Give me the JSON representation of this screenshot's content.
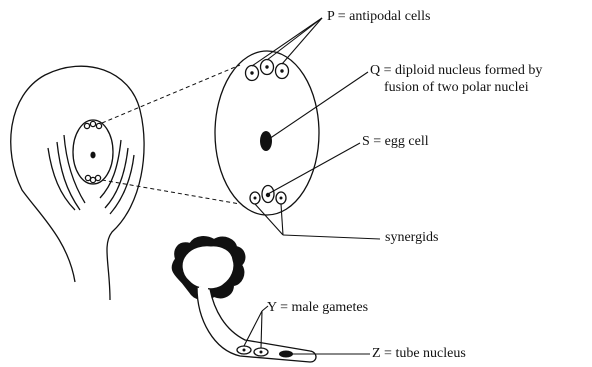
{
  "labels": {
    "p": "P = antipodal cells",
    "q_line1": "Q = diploid nucleus formed by",
    "q_line2": "fusion of two polar nuclei",
    "s": "S = egg cell",
    "synergids": "synergids",
    "y": "Y = male gametes",
    "z": "Z = tube nucleus"
  }
}
